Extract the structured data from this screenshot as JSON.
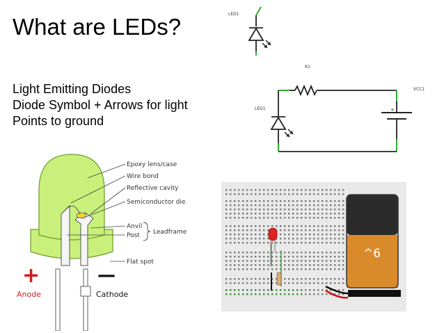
{
  "slide": {
    "title": "What are LEDs?",
    "bullets": [
      "Light Emitting Diodes",
      "Diode Symbol + Arrows for light",
      "Points to ground"
    ]
  },
  "schematic_symbol": {
    "label": "LED1"
  },
  "schematic_circuit": {
    "resistor_label": "R1",
    "led_label": "LED1",
    "supply_label": "VCC1",
    "plus_sign": "+"
  },
  "led_anatomy": {
    "callouts": [
      "Epoxy lens/case",
      "Wire bond",
      "Reflective cavity",
      "Semiconductor die",
      "Anvil",
      "Post",
      "Leadframe",
      "Flat spot"
    ],
    "anode_label": "Anode",
    "cathode_label": "Cathode",
    "plus_sign": "+",
    "minus_sign": "—",
    "colors": {
      "lens": "#c9f07a",
      "lens_edge": "#8fc43a",
      "anode": "#cc2020"
    }
  },
  "breadboard": {
    "battery_label": "^6",
    "colors": {
      "board": "#e9e9e9",
      "battery_top": "#2b2b2b",
      "battery_bottom": "#d98b2b",
      "led": "#dd2222"
    }
  }
}
